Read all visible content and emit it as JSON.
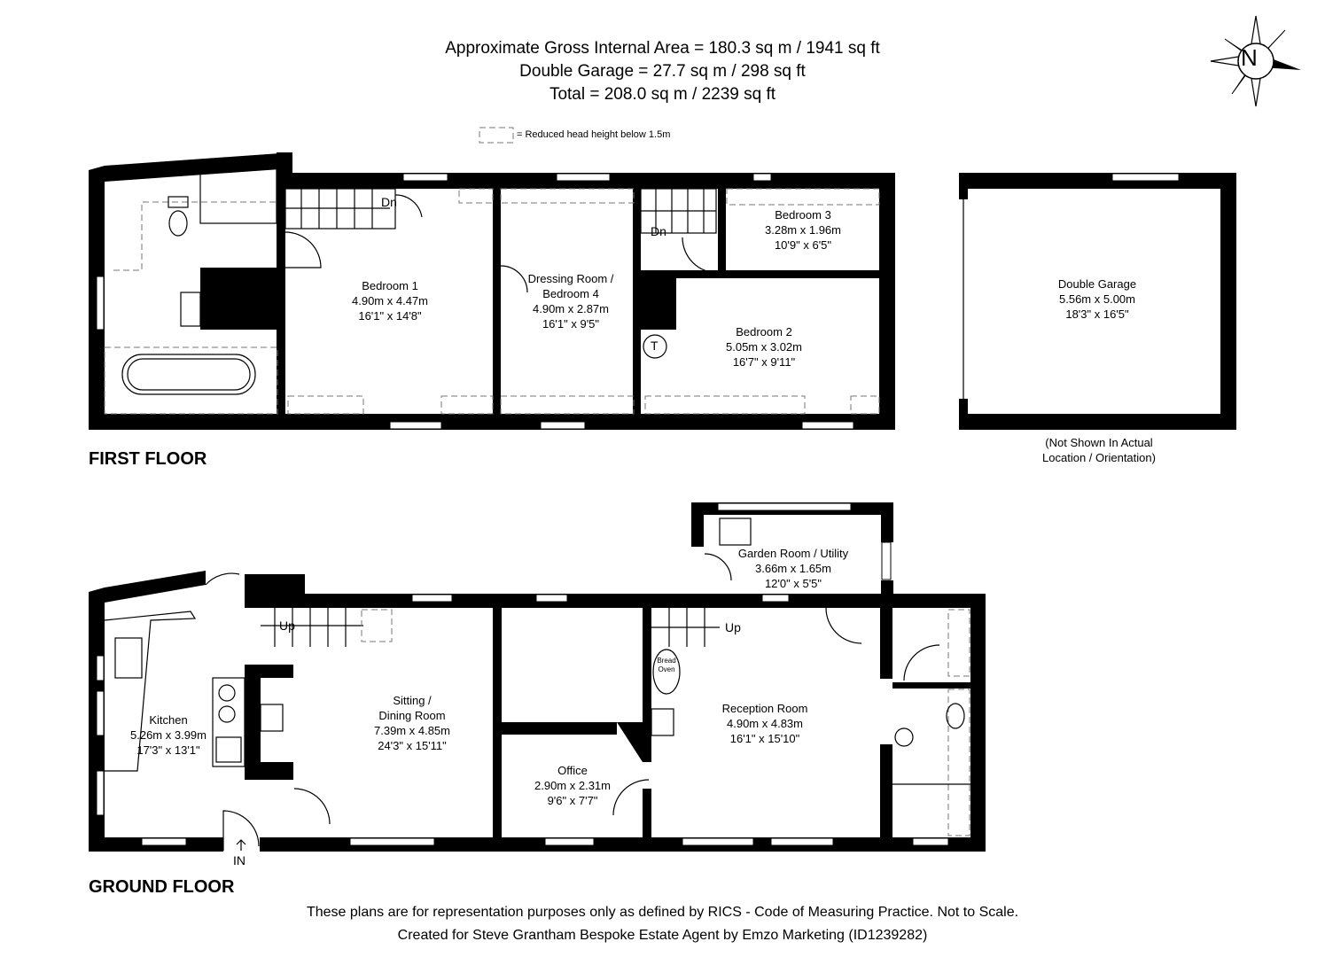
{
  "header": {
    "gross_area": "Approximate Gross Internal Area = 180.3 sq m / 1941 sq ft",
    "garage_area": "Double Garage = 27.7 sq m / 298 sq ft",
    "total_area": "Total = 208.0 sq m / 2239 sq ft"
  },
  "compass": {
    "label": "N",
    "icon": "north-arrow-icon"
  },
  "legend": {
    "text": "= Reduced head height below 1.5m"
  },
  "first_floor": {
    "label": "FIRST FLOOR",
    "stairs_label": "Dn",
    "stairs_label_2": "Dn",
    "tank_label": "T",
    "rooms": {
      "bedroom1": {
        "name": "Bedroom 1",
        "metric": "4.90m x 4.47m",
        "imperial": "16'1\" x 14'8\""
      },
      "dressing": {
        "name": "Dressing Room /",
        "name2": "Bedroom 4",
        "metric": "4.90m x 2.87m",
        "imperial": "16'1\" x 9'5\""
      },
      "bedroom3": {
        "name": "Bedroom 3",
        "metric": "3.28m x 1.96m",
        "imperial": "10'9\" x 6'5\""
      },
      "bedroom2": {
        "name": "Bedroom 2",
        "metric": "5.05m x 3.02m",
        "imperial": "16'7\" x 9'11\""
      }
    }
  },
  "garage": {
    "name": "Double Garage",
    "metric": "5.56m x 5.00m",
    "imperial": "18'3\" x 16'5\"",
    "note_line1": "(Not Shown In Actual",
    "note_line2": "Location / Orientation)"
  },
  "ground_floor": {
    "label": "GROUND FLOOR",
    "entrance_label": "IN",
    "stairs_label": "Up",
    "stairs_label_2": "Up",
    "bread_oven": "Bread Oven",
    "rooms": {
      "kitchen": {
        "name": "Kitchen",
        "metric": "5.26m x 3.99m",
        "imperial": "17'3\" x 13'1\""
      },
      "sitting": {
        "name": "Sitting /",
        "name2": "Dining Room",
        "metric": "7.39m x 4.85m",
        "imperial": "24'3\" x 15'11\""
      },
      "office": {
        "name": "Office",
        "metric": "2.90m x 2.31m",
        "imperial": "9'6\" x 7'7\""
      },
      "reception": {
        "name": "Reception Room",
        "metric": "4.90m x 4.83m",
        "imperial": "16'1\" x 15'10\""
      },
      "garden": {
        "name": "Garden Room / Utility",
        "metric": "3.66m x 1.65m",
        "imperial": "12'0\" x 5'5\""
      }
    }
  },
  "footer": {
    "line1": "These plans are for representation purposes only as defined by RICS - Code of Measuring Practice. Not to Scale.",
    "line2": "Created for Steve Grantham Bespoke Estate Agent by Emzo Marketing (ID1239282)"
  }
}
